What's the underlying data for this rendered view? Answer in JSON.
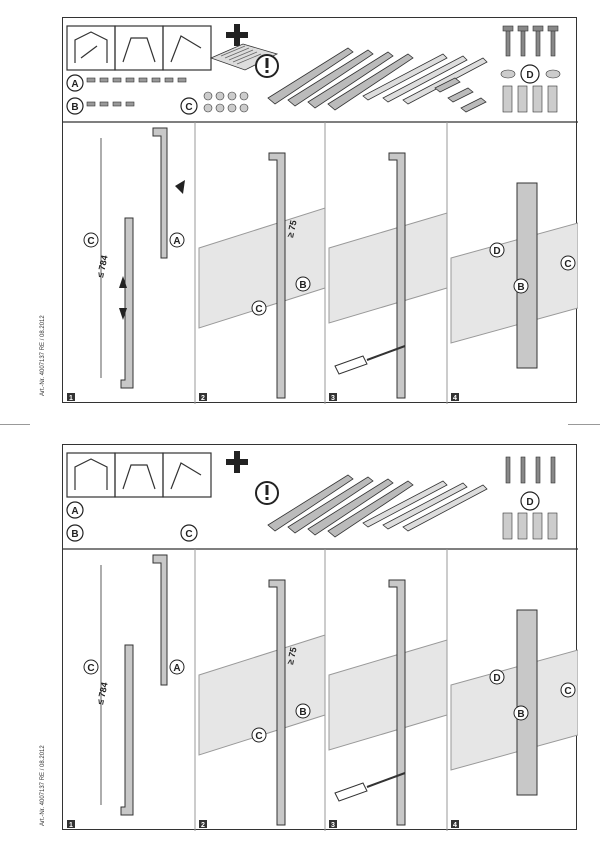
{
  "article_number": "Art.-Nr. 4007137 RE / 08.2012",
  "parts": {
    "a": "A",
    "b": "B",
    "c": "C",
    "d": "D"
  },
  "steps": [
    {
      "number": "1",
      "dimension": "≤ 784"
    },
    {
      "number": "2",
      "dimension": "≥ 75"
    },
    {
      "number": "3"
    },
    {
      "number": "4"
    }
  ],
  "colors": {
    "line": "#333333",
    "fill_light": "#e6e6e6",
    "fill_mid": "#bdbdbd",
    "fill_dark": "#777777"
  },
  "icons": [
    "bracket-type-icon",
    "warning-icon",
    "plus-icon",
    "manual-icon",
    "screw-icon",
    "dowel-icon",
    "arrow-icon",
    "screwdriver-icon"
  ]
}
